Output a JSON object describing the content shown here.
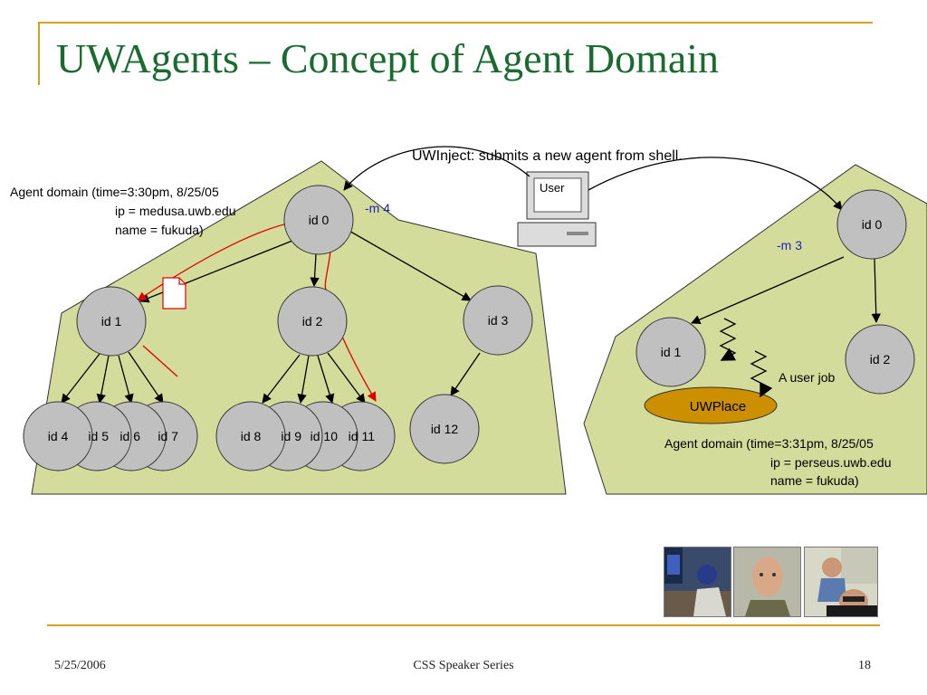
{
  "slide": {
    "title": "UWAgents – Concept of  Agent Domain",
    "footer_date": "5/25/2006",
    "footer_center": "CSS Speaker Series",
    "page_number": "18"
  },
  "diagram": {
    "uwinject_caption": "UWInject: submits a new agent from shell.",
    "computer_label": "User",
    "left_domain": {
      "label_lines": [
        "Agent domain (time=3:30pm, 8/25/05",
        "ip = medusa.uwb.edu",
        "name = fukuda)"
      ],
      "m_label": "-m 4",
      "nodes": {
        "n0": "id 0",
        "n1": "id 1",
        "n2": "id 2",
        "n3": "id 3",
        "n4": "id 4",
        "n5": "id 5",
        "n6": "id 6",
        "n7": "id 7",
        "n8": "id 8",
        "n9": "id 9",
        "n10": "id 10",
        "n11": "id 11",
        "n12": "id 12"
      }
    },
    "right_domain": {
      "label_lines": [
        "Agent domain (time=3:31pm, 8/25/05",
        "ip = perseus.uwb.edu",
        "name = fukuda)"
      ],
      "m_label": "-m 3",
      "nodes": {
        "n0": "id 0",
        "n1": "id 1",
        "n2": "id 2"
      },
      "user_job_label": "A user job",
      "uwplace_label": "UWPlace"
    },
    "colors": {
      "domain_fill": "#d4dc9c",
      "node_fill": "#c0c0c0",
      "uwplace_fill": "#cc8f00",
      "red_path": "#e00000",
      "m_label": "#2020c0",
      "title": "#1a6b2f",
      "accent_lines": "#d4a020"
    }
  },
  "photos": [
    {
      "name": "person-at-computer-photo"
    },
    {
      "name": "man-portrait-photo"
    },
    {
      "name": "man-with-child-photo"
    }
  ]
}
